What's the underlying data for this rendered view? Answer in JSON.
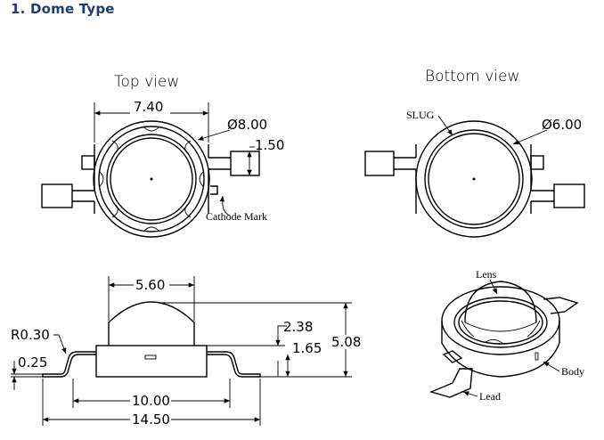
{
  "heading": "1. Dome Type",
  "top_view": {
    "title": "Top view",
    "dim_width": "7.40",
    "dim_diameter": "Ø8.00",
    "dim_pad": "1.50",
    "cathode_label": "Cathode Mark"
  },
  "bottom_view": {
    "title": "Bottom view",
    "slug_label": "SLUG",
    "dim_diameter": "Ø6.00"
  },
  "side_view": {
    "dim_dome": "5.60",
    "dim_radius": "R0.30",
    "dim_lead_thk": "0.25",
    "dim_2_38": "2.38",
    "dim_1_65": "1.65",
    "dim_height": "5.08",
    "dim_body": "10.00",
    "dim_total": "14.50"
  },
  "iso_view": {
    "lens_label": "Lens",
    "body_label": "Body",
    "lead_label": "Lead"
  }
}
